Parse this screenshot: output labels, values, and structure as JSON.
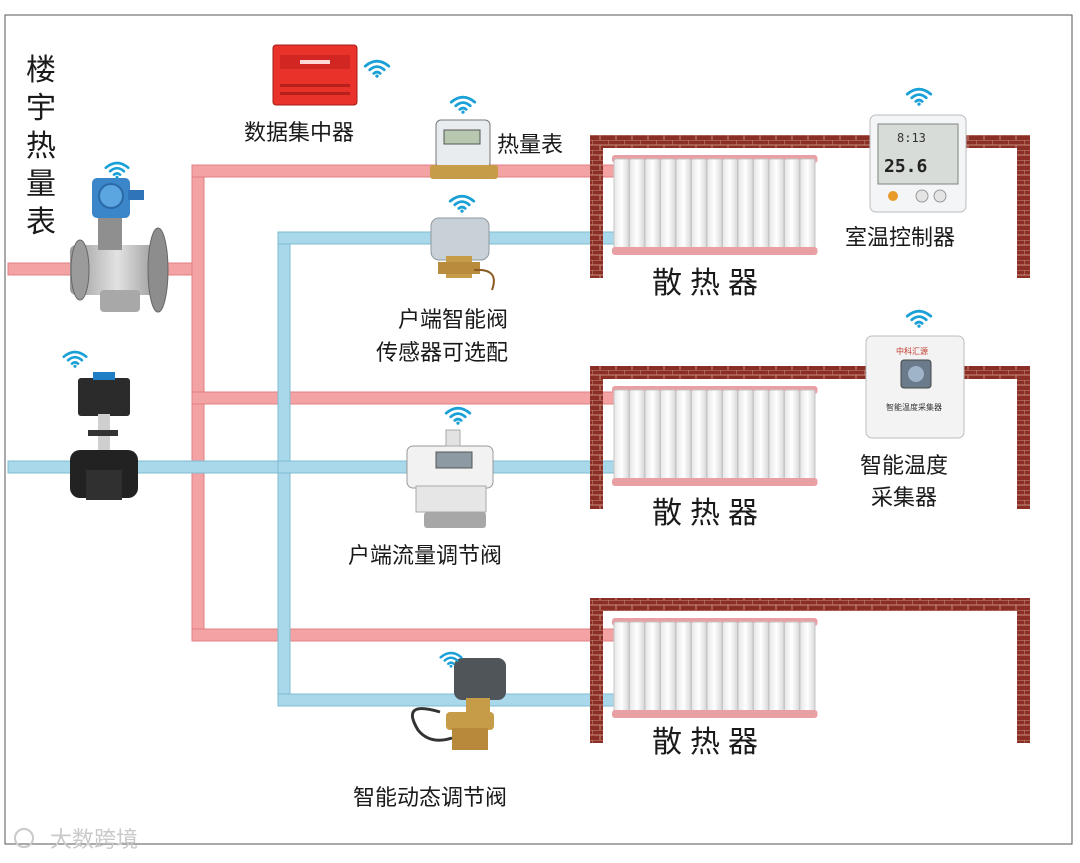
{
  "labels": {
    "building_meter": [
      "楼",
      "宇",
      "热",
      "量",
      "表"
    ],
    "data_concentrator": "数据集中器",
    "heat_meter": "热量表",
    "room_temp_controller": "室温控制器",
    "radiator_1": "散热器",
    "radiator_2": "散热器",
    "radiator_3": "散热器",
    "smart_valve_line1": "户端智能阀",
    "smart_valve_line2": "传感器可选配",
    "temp_collector_line1": "智能温度",
    "temp_collector_line2": "采集器",
    "flow_valve": "户端流量调节阀",
    "dynamic_valve": "智能动态调节阀"
  },
  "device_text": {
    "room_controller_time": "8:13",
    "room_controller_temp": "25.6",
    "collector_brand": "中科汇源",
    "collector_caption": "智能温度采集器"
  },
  "watermark": "大数跨境",
  "colors": {
    "supply_pipe": "#f4a3a5",
    "return_pipe": "#a9d8ea",
    "brick": "#8a2a22",
    "concentrator": "#e8322a",
    "wifi": "#1aa0d6"
  }
}
